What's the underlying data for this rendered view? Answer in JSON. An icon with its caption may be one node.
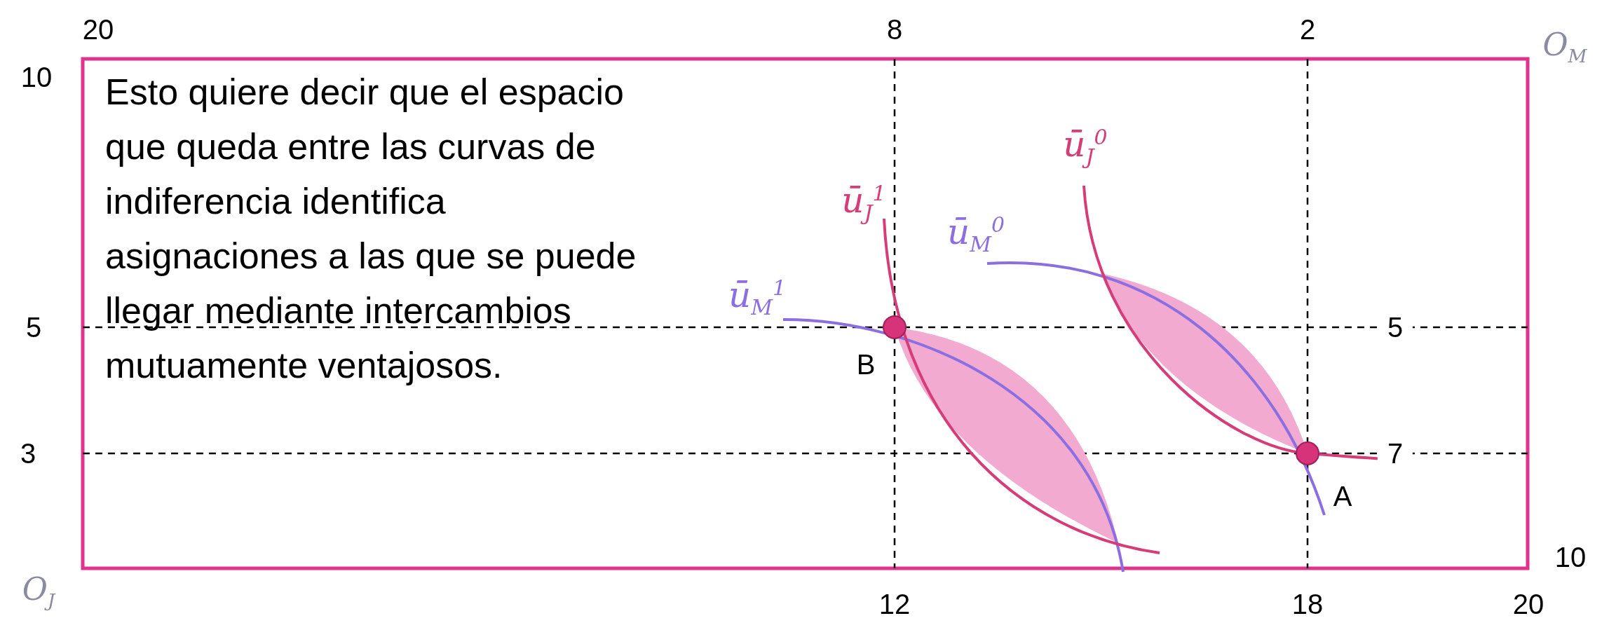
{
  "diagram": {
    "labels": [
      "20",
      "8",
      "2",
      "O$_{M}$",
      "10",
      "Esto quiere decir que el espacio que queda entre las curvas de indiferencia identifica asignaciones a las que se puede llegar mediante intercambios mutuamente ventajosos.",
      "ū$_{J}$$^{0}$",
      "ū$_{J}$$^{1}$",
      "ū$_{M}$$^{0}$",
      "ū$_{M}$$^{1}$",
      "5",
      "B",
      "5",
      "3",
      "7",
      "A",
      "10",
      "O$_{J}$",
      "12",
      "18",
      "20"
    ]
  }
}
